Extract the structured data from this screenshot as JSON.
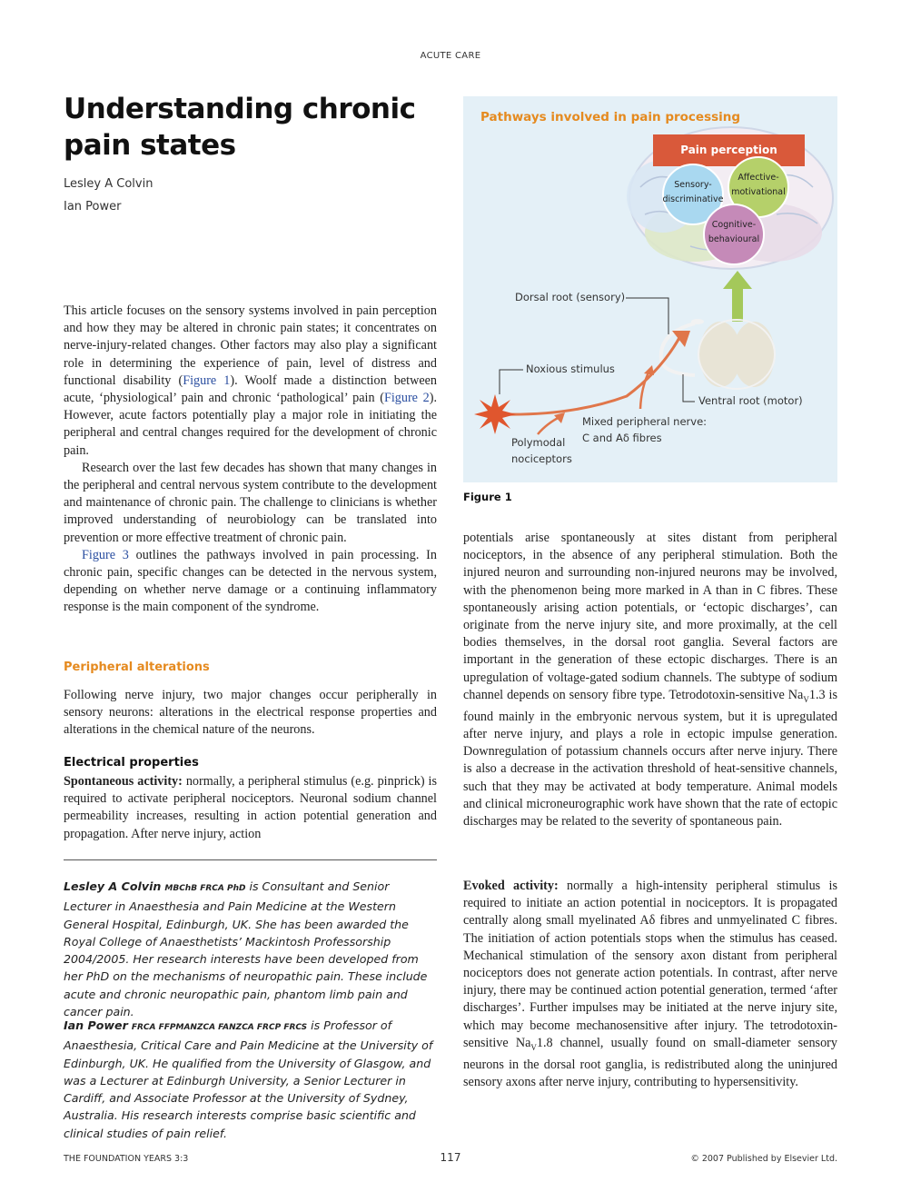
{
  "header": {
    "section": "ACUTE CARE"
  },
  "title": "Understanding chronic pain states",
  "authors": [
    "Lesley A Colvin",
    "Ian Power"
  ],
  "intro": {
    "p1_a": "This article focuses on the sensory systems involved in pain perception and how they may be altered in chronic pain states; it concentrates on nerve-injury-related changes. Other factors may also play a significant role in determining the experience of pain, level of distress and functional disability (",
    "p1_link1": "Figure 1",
    "p1_b": "). Woolf made a distinction between acute, ‘physiological’ pain and chronic ‘pathological’ pain (",
    "p1_link2": "Figure 2",
    "p1_c": "). However, acute factors potentially play a major role in initiating the peripheral and central changes required for the development of chronic pain.",
    "p2": "Research over the last few decades has shown that many changes in the peripheral and central nervous system contribute to the development and maintenance of chronic pain. The challenge to clinicians is whether improved understanding of neurobiology can be translated into prevention or more effective treatment of chronic pain.",
    "p3_link": "Figure 3",
    "p3_rest": " outlines the pathways involved in pain processing. In chronic pain, specific changes can be detected in the nervous system, depending on whether nerve damage or a continuing inflammatory response is the main component of the syndrome."
  },
  "peripheral": {
    "heading": "Peripheral alterations",
    "text": "Following nerve injury, two major changes occur peripherally in sensory neurons: alterations in the electrical response properties and alterations in the chemical nature of the neurons."
  },
  "electrical": {
    "heading": "Electrical properties",
    "spont_label": "Spontaneous activity:",
    "spont_text": " normally, a peripheral stimulus (e.g. pinprick) is required to activate peripheral nociceptors. Neuronal sodium channel permeability increases, resulting in action potential generation and propagation. After nerve injury, action"
  },
  "bios": {
    "colvin_name": "Lesley A Colvin",
    "colvin_quals": "MBChB FRCA PhD",
    "colvin_text": " is Consultant and Senior Lecturer in Anaesthesia and Pain Medicine at the Western General Hospital, Edinburgh, UK. She has been awarded the Royal College of Anaesthetists’ Mackintosh Professorship 2004/2005. Her research interests have been developed from her PhD on the mechanisms of neuropathic pain. These include acute and chronic neuropathic pain, phantom limb pain and cancer pain.",
    "power_name": "Ian Power",
    "power_quals": "FRCA FFPMANZCA FANZCA FRCP FRCS",
    "power_text": " is Professor of Anaesthesia, Critical Care and Pain Medicine at the University of Edinburgh, UK. He qualified from the University of Glasgow, and was a Lecturer at Edinburgh University, a Senior Lecturer in Cardiff, and Associate Professor at the University of Sydney, Australia. His research interests comprise basic scientific and clinical studies of pain relief."
  },
  "figure": {
    "title": "Pathways involved in pain processing",
    "pain_perception": "Pain perception",
    "sensory": [
      "Sensory-",
      "discriminative"
    ],
    "affective": [
      "Affective-",
      "motivational"
    ],
    "cognitive": [
      "Cognitive-",
      "behavioural"
    ],
    "dorsal_root": "Dorsal root (sensory)",
    "noxious": "Noxious stimulus",
    "ventral_root": "Ventral root (motor)",
    "mixed_nerve": [
      "Mixed peripheral nerve:",
      "C and Aδ fibres"
    ],
    "polymodal": [
      "Polymodal",
      "nociceptors"
    ],
    "caption": "Figure 1",
    "colors": {
      "box": "#e4f0f7",
      "header": "#d9593a",
      "sensory": "#a9d8f0",
      "affective": "#b5d06a",
      "cognitive": "#c58ab8",
      "arrow": "#e0764a",
      "green_arrow": "#a4c85a"
    }
  },
  "right_col": {
    "p1_a": "potentials arise spontaneously at sites distant from peripheral nociceptors, in the absence of any peripheral stimulation. Both the injured neuron and surrounding non-injured neurons may be involved, with the phenomenon being more marked in A than in C fibres. These spontaneously arising action potentials, or ‘ectopic discharges’, can originate from the nerve injury site, and more proximally, at the cell bodies themselves, in the dorsal root ganglia. Several factors are important in the generation of these ectopic discharges. There is an upregulation of voltage-gated sodium channels. The subtype of sodium channel depends on sensory fibre type. Tetrodotoxin-sensitive Na",
    "p1_sub": "V",
    "p1_b": "1.3 is found mainly in the embryonic nervous system, but it is upregulated after nerve injury, and plays a role in ectopic impulse generation. Downregulation of potassium channels occurs after nerve injury. There is also a decrease in the activation threshold of heat-sensitive channels, such that they may be activated at body temperature. Animal models and clinical microneurographic work have shown that the rate of ectopic discharges may be related to the severity of spontaneous pain.",
    "evoked_label": "Evoked activity:",
    "evoked_a": " normally a high-intensity peripheral stimulus is required to initiate an action potential in nociceptors. It is propagated centrally along small myelinated Aδ fibres and unmyelinated C fibres. The initiation of action potentials stops when the stimulus has ceased. Mechanical stimulation of the sensory axon distant from peripheral nociceptors does not generate action potentials. In contrast, after nerve injury, there may be continued action potential generation, termed ‘after discharges’. Further impulses may be initiated at the nerve injury site, which may become mechanosensitive after injury. The tetrodotoxin-sensitive Na",
    "evoked_sub": "V",
    "evoked_b": "1.8 channel, usually found on small-diameter sensory neurons in the dorsal root ganglia, is redistributed along the uninjured sensory axons after nerve injury, contributing to hypersensitivity."
  },
  "footer": {
    "journal": "THE FOUNDATION YEARS 3:3",
    "page": "117",
    "copyright": "© 2007 Published by Elsevier Ltd."
  }
}
